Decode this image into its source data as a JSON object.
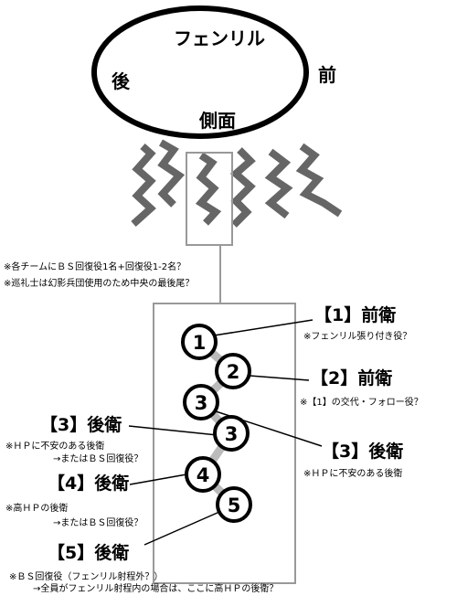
{
  "boss": {
    "name": "フェンリル",
    "back": "後",
    "front": "前",
    "side": "側面"
  },
  "note_top": {
    "line1": "※各チームにＢＳ回復役1名+回復役1-2名？",
    "line2": "※巡礼士は幻影兵団使用のため中央の最後尾？"
  },
  "positions": [
    {
      "num": "1",
      "label": "【1】前衛",
      "note": "※フェンリル張り付き役？"
    },
    {
      "num": "2",
      "label": "【2】前衛",
      "note": "※【1】の交代・フォロー役？"
    },
    {
      "num": "3",
      "label": "【3】後衛",
      "note": "※ＨＰに不安のある後衛"
    },
    {
      "num": "3",
      "label": "【3】後衛",
      "note": "※ＨＰに不安のある後衛",
      "note2": "→またはＢＳ回復役？"
    },
    {
      "num": "4",
      "label": "【4】後衛",
      "note": "※高ＨＰの後衛",
      "note2": "→またはＢＳ回復役？"
    },
    {
      "num": "5",
      "label": "【5】後衛",
      "note": "※ＢＳ回復役（フェンリル射程外？）",
      "note2": "→全員がフェンリル射程内の場合は、ここに高ＨＰの後衛？"
    }
  ]
}
